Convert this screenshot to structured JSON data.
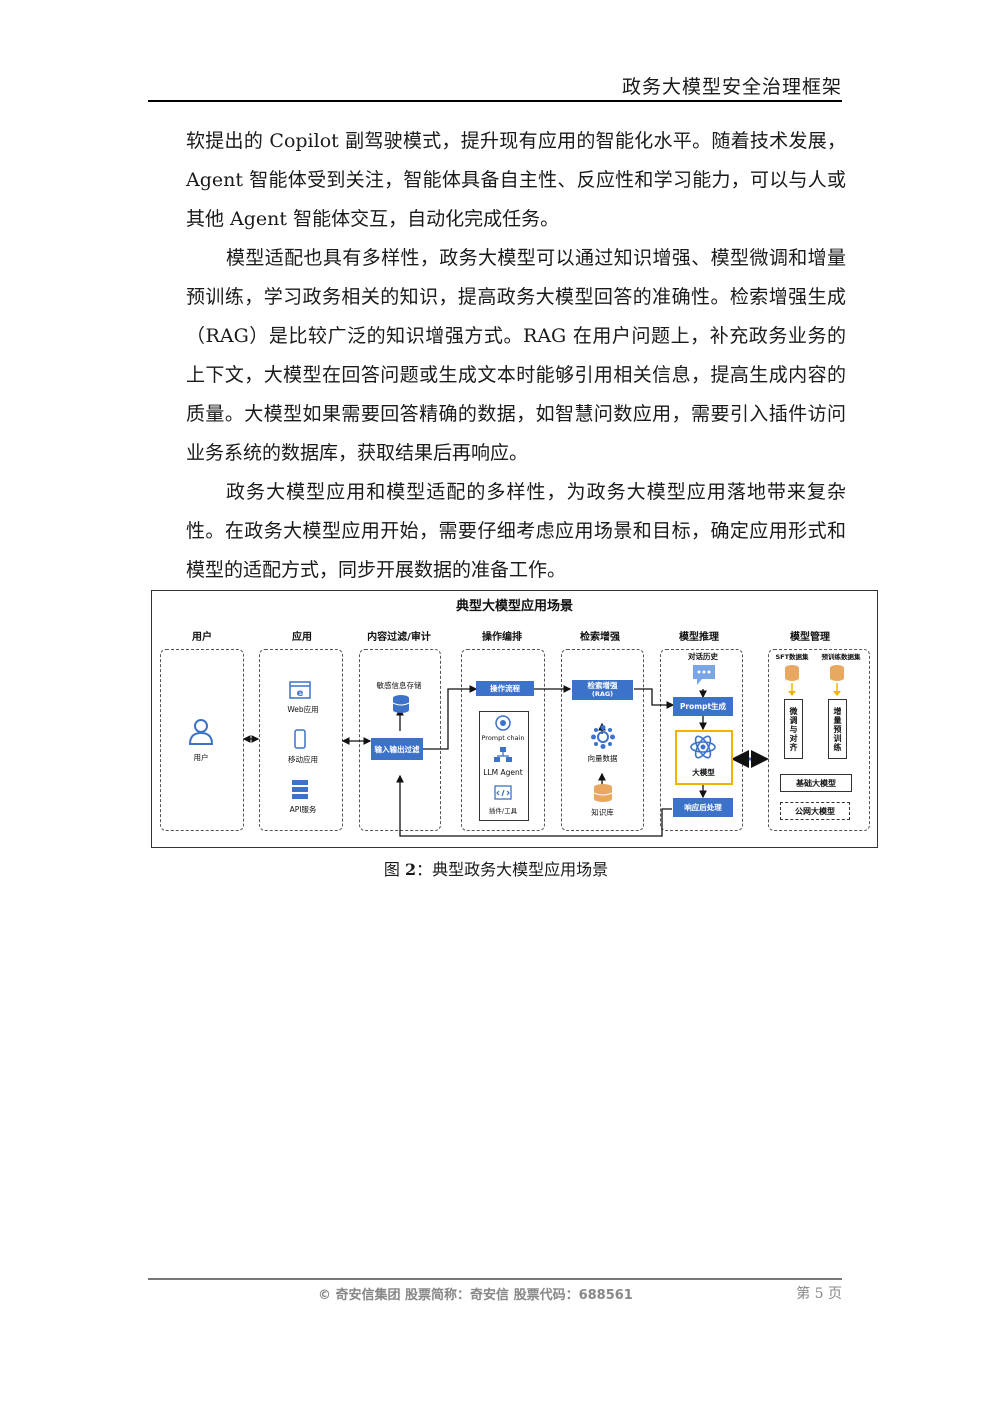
{
  "header": {
    "title": "政务大模型安全治理框架"
  },
  "body": {
    "p1": "软提出的 Copilot 副驾驶模式，提升现有应用的智能化水平。随着技术发展，Agent 智能体受到关注，智能体具备自主性、反应性和学习能力，可以与人或其他 Agent 智能体交互，自动化完成任务。",
    "p2": "模型适配也具有多样性，政务大模型可以通过知识增强、模型微调和增量预训练，学习政务相关的知识，提高政务大模型回答的准确性。检索增强生成（RAG）是比较广泛的知识增强方式。RAG 在用户问题上，补充政务业务的上下文，大模型在回答问题或生成文本时能够引用相关信息，提高生成内容的质量。大模型如果需要回答精确的数据，如智慧问数应用，需要引入插件访问业务系统的数据库，获取结果后再响应。",
    "p3": "政务大模型应用和模型适配的多样性，为政务大模型应用落地带来复杂性。在政务大模型应用开始，需要仔细考虑应用场景和目标，确定应用形式和模型的适配方式，同步开展数据的准备工作。"
  },
  "figure": {
    "title": "典型大模型应用场景",
    "columns": [
      "用户",
      "应用",
      "内容过滤/审计",
      "操作编排",
      "检索增强",
      "模型推理",
      "模型管理"
    ],
    "user_label": "用户",
    "apps": [
      "Web应用",
      "移动应用",
      "API服务"
    ],
    "filter": {
      "storage": "敏感信息存储",
      "io": "输入输出过滤"
    },
    "orchestration": {
      "flow": "操作流程",
      "prompt_chain": "Prompt chain",
      "llm_agent": "LLM Agent",
      "plugins": "插件/工具"
    },
    "retrieval": {
      "rag": "检索增强",
      "rag_sub": "(RAG)",
      "vector": "向量数据",
      "kb": "知识库"
    },
    "inference": {
      "history": "对话历史",
      "prompt_gen": "Prompt生成",
      "llm": "大模型",
      "post": "响应后处理"
    },
    "management": {
      "sft": "SFT数据集",
      "pretrain_data": "预训练数据集",
      "finetune": "微调与对齐",
      "incremental": "增量预训练",
      "base": "基础大模型",
      "public": "公网大模型"
    },
    "colors": {
      "accent": "#3d72c9",
      "highlight": "#f0b400",
      "db": "#e8a862"
    }
  },
  "caption": {
    "prefix": "图 ",
    "num": "2",
    "text": "：典型政务大模型应用场景"
  },
  "footer": {
    "text": "© 奇安信集团    股票简称：奇安信  股票代码：688561",
    "page": "第 5 页"
  }
}
